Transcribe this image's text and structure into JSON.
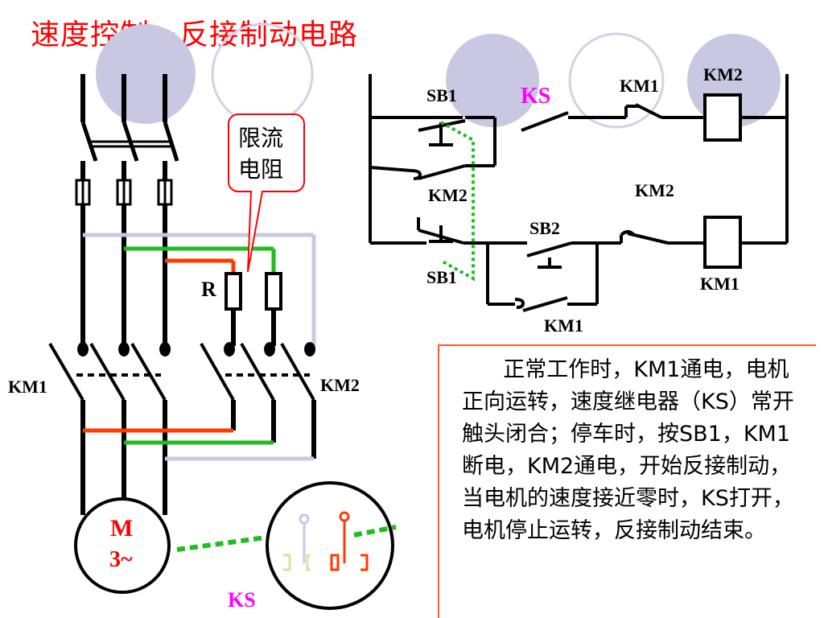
{
  "title": "速度控制－反接制动电路",
  "callout": {
    "line1": "限流",
    "line2": "电阻"
  },
  "power_circuit": {
    "resistor_label": "R",
    "km1_label": "KM1",
    "km2_label": "KM2",
    "motor_line1": "M",
    "motor_line2": "3~",
    "ks_label": "KS"
  },
  "control_circuit": {
    "sb1_top": "SB1",
    "ks": "KS",
    "km1_nc": "KM1",
    "km2_coil": "KM2",
    "km2_hold": "KM2",
    "km2_nc": "KM2",
    "sb2": "SB2",
    "sb1_bottom": "SB1",
    "km1_coil": "KM1",
    "km1_hold": "KM1"
  },
  "explanation": "正常工作时，KM1通电，电机正向运转，速度继电器（KS）常开触头闭合；停车时，按SB1，KM1断电，KM2通电，开始反接制动，当电机的速度接近零时，KS打开，电机停止运转，反接制动结束。",
  "colors": {
    "title": "#ff0000",
    "green_wire": "#22bb22",
    "red_wire": "#ff3a00",
    "lavender_wire": "#c8c8e6",
    "circle_fill": "#c8c8e2",
    "ks_label": "#ff00ff",
    "box_border": "#ff5a2a"
  }
}
